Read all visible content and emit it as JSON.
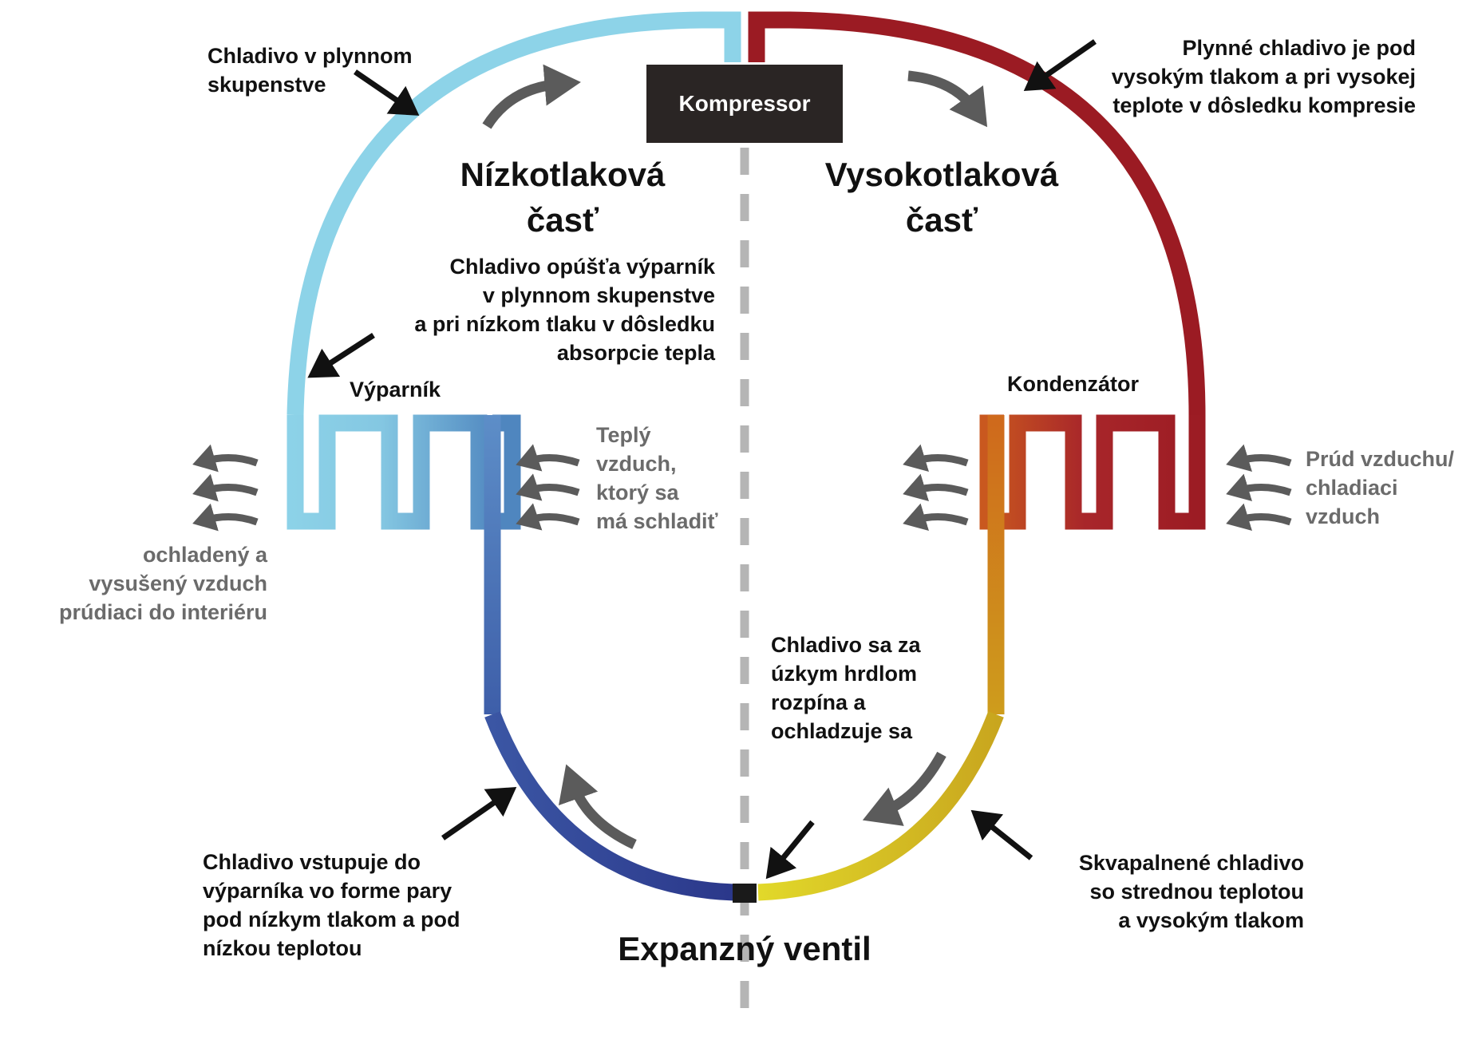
{
  "colors": {
    "low_pressure": "#8dd3e8",
    "high_pressure": "#9b1b23",
    "evaporator_out": "#2d3f8f",
    "condenser_out": "#e5d22a",
    "arrow_gray": "#5b5b5b",
    "text_dark": "#111111",
    "text_gray": "#6b6b6b",
    "compressor_fill": "#2a2524"
  },
  "compressor": {
    "label": "Kompressor"
  },
  "sections": {
    "low": "Nízkotlaková\nčasť",
    "high": "Vysokotlaková\nčasť"
  },
  "components": {
    "evaporator": "Výparník",
    "condenser": "Kondenzátor",
    "expansion_valve": "Expanzný ventil"
  },
  "annotations": {
    "gas_refrigerant": "Chladivo v plynnom\nskupenstve",
    "high_pressure_gas": "Plynné chladivo je pod\nvysokým tlakom a pri vysokej\nteplote v dôsledku kompresie",
    "leaves_evaporator": "Chladivo opúšťa výparník\nv plynnom skupenstve\na pri nízkom tlaku v dôsledku\nabsorpcie tepla",
    "warm_air": "Teplý\nvzduch,\nktorý sa\nmá schladiť",
    "cooled_air": "ochladený a\nvysušený vzduch\nprúdiaci do interiéru",
    "cooling_air": "Prúd vzduchu/\nchladiaci\nvzduch",
    "expands": "Chladivo sa za\núzkym hrdlom\nrozpína a\nochladzuje sa",
    "enters_evaporator": "Chladivo vstupuje do\nvýparníka vo forme pary\npod nízkym tlakom a pod\nnízkou teplotou",
    "liquefied": "Skvapalnené chladivo\nso strednou teplotou\na vysokým tlakom"
  }
}
